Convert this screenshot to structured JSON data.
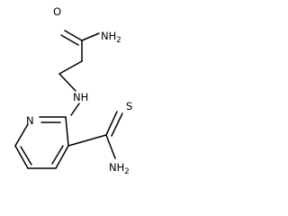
{
  "molecule": {
    "atoms": {
      "carbonyl_oxygen": "O",
      "amide_nitrogen_top": "NH",
      "amide_nitrogen_top_h_count": "2",
      "secondary_amine": "NH",
      "ring_nitrogen": "N",
      "thio_sulfur": "S",
      "thioamide_nitrogen": "NH",
      "thioamide_nitrogen_h_count": "2"
    }
  }
}
